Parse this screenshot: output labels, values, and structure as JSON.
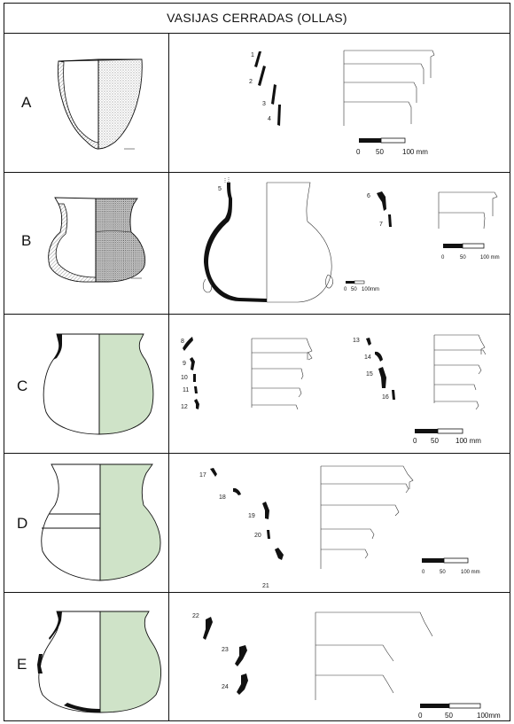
{
  "title": "VASIJAS CERRADAS (OLLAS)",
  "colors": {
    "green_fill": "#cfe3c8",
    "ink": "#111111",
    "stipple": "#6a6a6a"
  },
  "rows": [
    {
      "letter": "A",
      "fragments": [
        "1",
        "2",
        "3",
        "4"
      ],
      "scale": [
        "0",
        "50",
        "100 mm"
      ]
    },
    {
      "letter": "B",
      "fragments": [
        "5",
        "6",
        "7"
      ],
      "scale_large": [
        "0",
        "50",
        "100 mm"
      ],
      "scale_small": [
        "0",
        "50",
        "100mm"
      ]
    },
    {
      "letter": "C",
      "fragments": [
        "8",
        "9",
        "10",
        "11",
        "12",
        "13",
        "14",
        "15",
        "16"
      ],
      "scale": [
        "0",
        "50",
        "100 mm"
      ]
    },
    {
      "letter": "D",
      "fragments": [
        "17",
        "18",
        "19",
        "20",
        "21"
      ],
      "scale": [
        "0",
        "50",
        "100 mm"
      ]
    },
    {
      "letter": "E",
      "fragments": [
        "22",
        "23",
        "24"
      ],
      "scale": [
        "0",
        "50",
        "100mm"
      ]
    }
  ]
}
